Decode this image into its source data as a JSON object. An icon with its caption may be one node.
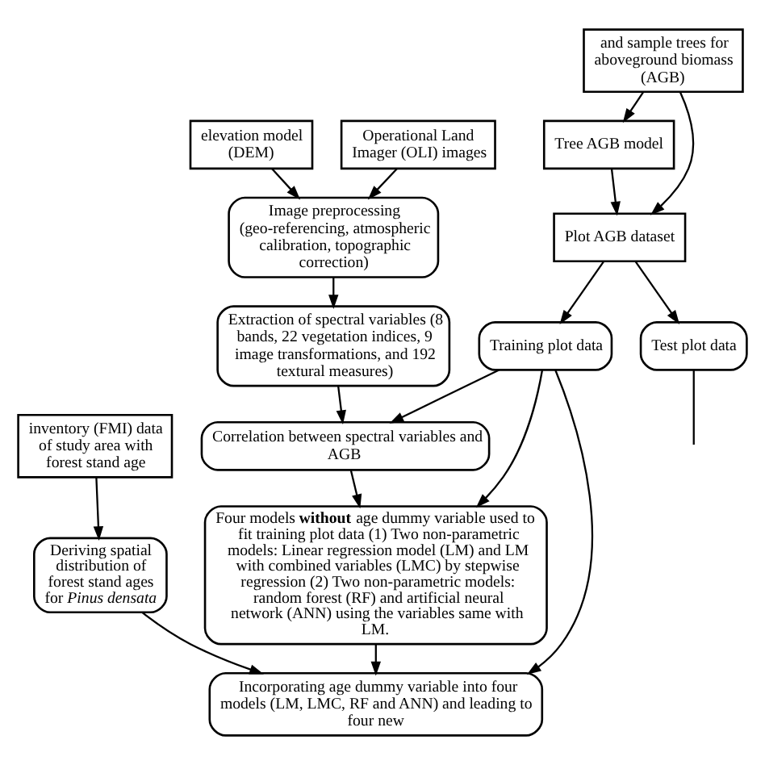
{
  "diagram": {
    "nodes": [
      {
        "text": [
          "inventory (FMI) data of study area with forest stand age"
        ]
      },
      {
        "text": [
          "elevation model (DEM)"
        ]
      },
      {
        "text": [
          "Operational Land Imager (OLI) images"
        ]
      },
      {
        "text": [
          "and sample trees for aboveground biomass (AGB)"
        ]
      },
      {
        "text": [
          "Tree AGB model"
        ]
      },
      {
        "text": [
          "Image preprocessing (geo-referencing, atmospheric calibration, topographic correction)"
        ]
      },
      {
        "text": [
          "Plot AGB dataset"
        ]
      },
      {
        "text": [
          "Deriving spatial distribution of forest stand ages for *Pinus densata*"
        ]
      },
      {
        "text": [
          "Extraction of spectral variables (8 bands, 22 vegetation indices, 9 image transformations, and 192 textural measures)"
        ]
      },
      {
        "text": [
          "Training plot data"
        ]
      },
      {
        "text": [
          "Correlation between spectral variables and AGB"
        ]
      },
      {
        "text": [
          "Four models **without** age dummy variable used to fit training plot data (1) Two non-parametric models: Linear regression model (LM) and LM with combined variables (LMC) by stepwise regression (2) Two non-parametric models: random forest (RF) and artificial neural network (ANN) using the variables same with LM."
        ]
      },
      {
        "text": [
          "Test plot data"
        ]
      },
      {
        "text": [
          "Incorporating age dummy variable into four models (LM, LMC, RF and ANN) and leading to four new"
        ]
      }
    ],
    "edges": [
      {
        "from": 0,
        "to": 7,
        "arrow": "to"
      },
      {
        "from": 1,
        "to": 5,
        "arrow": "to"
      },
      {
        "from": 2,
        "to": 5,
        "arrow": "to"
      },
      {
        "from": 3,
        "to": 4,
        "arrow": "to"
      },
      {
        "from": 3,
        "to": 6,
        "arrow": "to"
      },
      {
        "from": 4,
        "to": 6,
        "arrow": "to"
      },
      {
        "from": 5,
        "to": 8,
        "arrow": "to"
      },
      {
        "from": 6,
        "to": 9,
        "arrow": "to"
      },
      {
        "from": 6,
        "to": 12,
        "arrow": "to"
      },
      {
        "from": 8,
        "to": 10,
        "arrow": "to"
      },
      {
        "from": 9,
        "to": 10,
        "arrow": "to"
      },
      {
        "from": 10,
        "to": 11,
        "arrow": "to"
      },
      {
        "from": 9,
        "to": 11,
        "arrow": "to"
      },
      {
        "from": 9,
        "to": 13,
        "arrow": "to"
      },
      {
        "from": 11,
        "to": 13,
        "arrow": "to"
      },
      {
        "from": 7,
        "to": 13,
        "arrow": "to"
      },
      {
        "from": 12,
        "to": null,
        "arrow": "none"
      }
    ]
  }
}
